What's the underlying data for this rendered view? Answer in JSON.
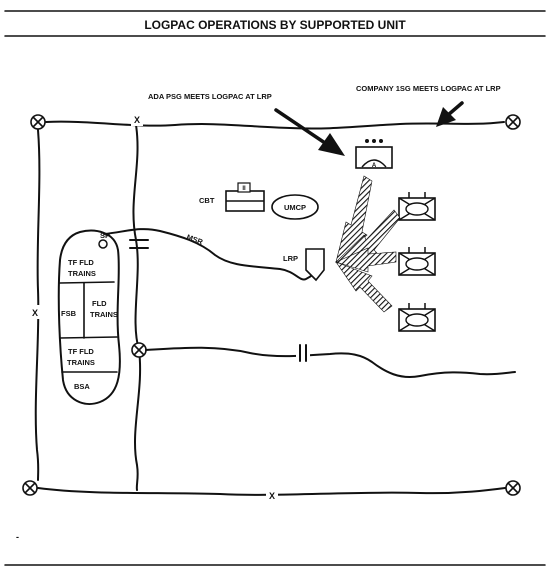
{
  "title": "LOGPAC OPERATIONS BY SUPPORTED UNIT",
  "callouts": {
    "ada": "ADA PSG MEETS LOGPAC AT LRP",
    "company": "COMPANY 1SG MEETS LOGPAC AT LRP"
  },
  "labels": {
    "x_top": "X",
    "x_left": "X",
    "x_bottom": "X",
    "sp": "SP",
    "msr": "MSR",
    "lrp": "LRP",
    "cbt": "CBT",
    "umcp": "UMCP",
    "tf_fld_trains_top_1": "TF FLD",
    "tf_fld_trains_top_2": "TRAINS",
    "fsb": "FSB",
    "fld_trains_1": "FLD",
    "fld_trains_2": "TRAINS",
    "tf_fld_trains_low_1": "TF FLD",
    "tf_fld_trains_low_2": "TRAINS",
    "bsa": "BSA",
    "cbt_symbol_mark": "II",
    "ada_symbol_mark": "A",
    "footer_mark": "-"
  },
  "icons": {
    "boundary_marker": "circle-x-icon",
    "ada_unit": "air-defense-unit-icon",
    "company_unit": "armor-company-icon",
    "lrp": "logistics-release-point-icon"
  }
}
